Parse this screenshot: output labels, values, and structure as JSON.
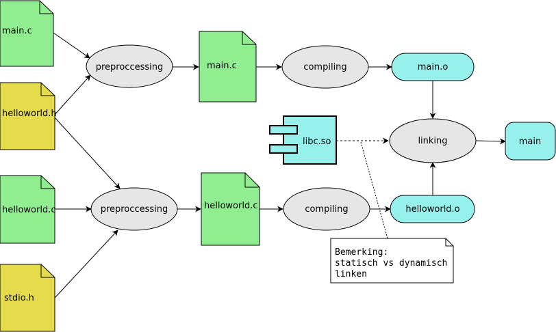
{
  "colors": {
    "source_file": "#90ee90",
    "header_file": "#e6dc4b",
    "process": "#e6e6e6",
    "artifact": "#96f0eb",
    "note": "#ffffff",
    "stroke": "#000000"
  },
  "files": {
    "main_c_src": "main.c",
    "helloworld_h": "helloworld.h",
    "helloworld_c_src": "helloworld.c",
    "stdio_h": "stdio.h",
    "main_c_pre": "main.c",
    "helloworld_c_pre": "helloworld.c"
  },
  "processes": {
    "preprocess_top": "preproccessing",
    "preprocess_bottom": "preproccessing",
    "compile_top": "compiling",
    "compile_bottom": "compiling",
    "linking": "linking"
  },
  "artifacts": {
    "main_o": "main.o",
    "helloworld_o": "helloworld.o",
    "main": "main"
  },
  "component": {
    "libc": "libc.so"
  },
  "note": {
    "line1": "Bemerking:",
    "line2": "statisch vs dynamisch",
    "line3": "linken"
  }
}
